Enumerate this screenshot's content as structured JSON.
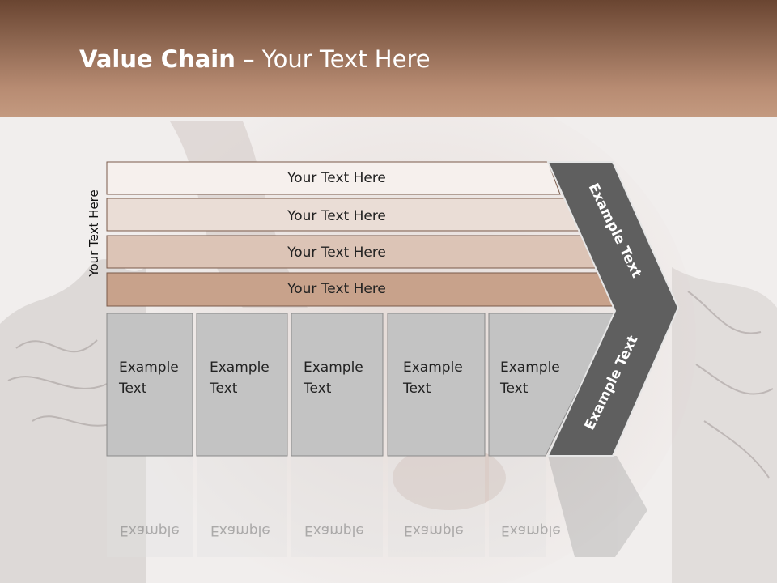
{
  "slide": {
    "title_bold": "Value Chain",
    "title_rest": " – Your Text Here",
    "side_label": "Your Text Here"
  },
  "bars": [
    {
      "label": "Your Text Here"
    },
    {
      "label": "Your Text Here"
    },
    {
      "label": "Your Text Here"
    },
    {
      "label": "Your Text Here"
    }
  ],
  "boxes": [
    {
      "line1": "Example",
      "line2": "Text"
    },
    {
      "line1": "Example",
      "line2": "Text"
    },
    {
      "line1": "Example",
      "line2": "Text"
    },
    {
      "line1": "Example",
      "line2": "Text"
    },
    {
      "line1": "Example",
      "line2": "Text"
    }
  ],
  "chevron": {
    "upper_label": "Example Text",
    "lower_label": "Example Text"
  },
  "colors": {
    "bar_fills": [
      "#f6f0ed",
      "#eaddd6",
      "#dcc4b6",
      "#c8a28b"
    ],
    "box_fill": "#c3c3c3",
    "chevron_fill": "#5f5f5f"
  }
}
